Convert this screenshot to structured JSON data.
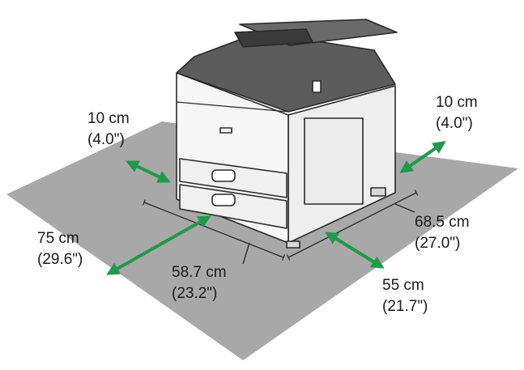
{
  "clearances": {
    "top_left": {
      "cm": "10 cm",
      "in": "(4.0\")"
    },
    "left": {
      "cm": "75 cm",
      "in": "(29.6\")"
    },
    "front_width": {
      "cm": "58.7 cm",
      "in": "(23.2\")"
    },
    "top_right": {
      "cm": "10 cm",
      "in": "(4.0\")"
    },
    "depth": {
      "cm": "68.5 cm",
      "in": "(27.0\")"
    },
    "front": {
      "cm": "55 cm",
      "in": "(21.7\")"
    }
  },
  "colors": {
    "floor": "#a8a8a8",
    "arrow": "#1f9a4a",
    "outline": "#2a2a2a",
    "body": "#f4f4f4",
    "panel_dark": "#5c5c5c"
  }
}
